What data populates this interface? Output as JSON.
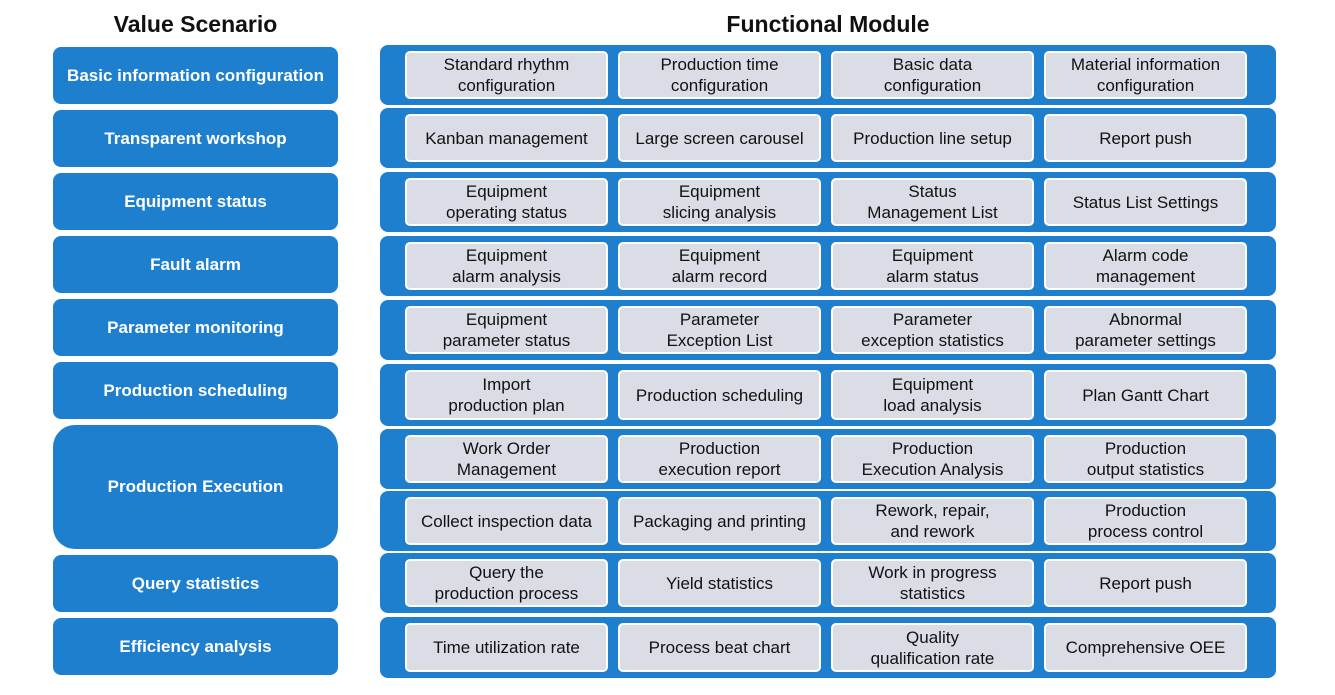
{
  "headers": {
    "left": "Value Scenario",
    "right": "Functional Module"
  },
  "scenarios": [
    "Basic information configuration",
    "Transparent workshop",
    "Equipment status",
    "Fault alarm",
    "Parameter monitoring",
    "Production scheduling",
    "Production Execution",
    "Query statistics",
    "Efficiency analysis"
  ],
  "modules": [
    [
      "Standard rhythm\nconfiguration",
      "Production time\nconfiguration",
      "Basic data\nconfiguration",
      "Material information\nconfiguration"
    ],
    [
      "Kanban management",
      "Large screen carousel",
      "Production line setup",
      "Report push"
    ],
    [
      "Equipment\noperating status",
      "Equipment\nslicing analysis",
      "Status\nManagement List",
      "Status List Settings"
    ],
    [
      "Equipment\nalarm analysis",
      "Equipment\nalarm record",
      "Equipment\nalarm status",
      "Alarm code\nmanagement"
    ],
    [
      "Equipment\nparameter status",
      "Parameter\nException List",
      "Parameter\nexception statistics",
      "Abnormal\nparameter settings"
    ],
    [
      "Import\nproduction plan",
      "Production scheduling",
      "Equipment\nload analysis",
      "Plan Gantt Chart"
    ],
    [
      "Work Order\nManagement",
      "Production\nexecution report",
      "Production\nExecution Analysis",
      "Production\noutput statistics"
    ],
    [
      "Collect inspection data",
      "Packaging and printing",
      "Rework, repair,\nand rework",
      "Production\nprocess control"
    ],
    [
      "Query the\nproduction process",
      "Yield statistics",
      "Work in progress\nstatistics",
      "Report push"
    ],
    [
      "Time utilization rate",
      "Process beat chart",
      "Quality\nqualification rate",
      "Comprehensive OEE"
    ]
  ]
}
